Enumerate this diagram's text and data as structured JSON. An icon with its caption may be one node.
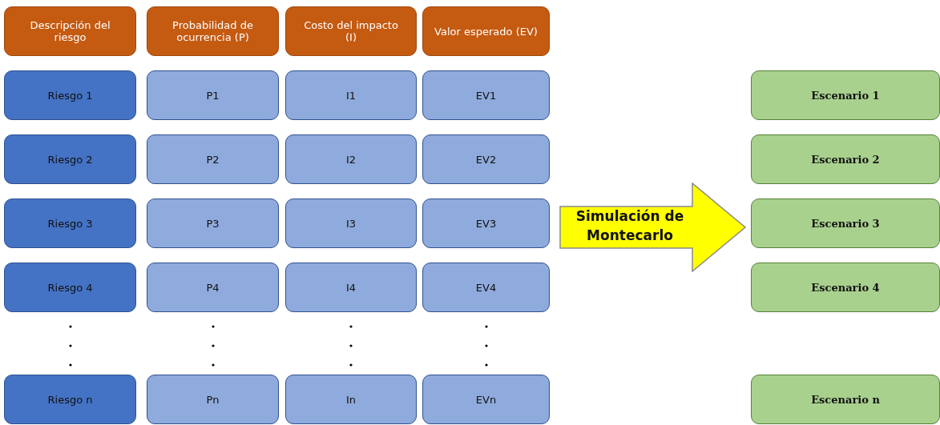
{
  "diagram": {
    "nodes": [
      {
        "text": [
          "Descripción del riesgo"
        ]
      },
      {
        "text": [
          "Probabilidad de ocurrencia (P)"
        ]
      },
      {
        "text": [
          "Costo del impacto (I)"
        ]
      },
      {
        "text": [
          "Valor esperado (EV)"
        ]
      },
      {
        "text": [
          "Riesgo 1"
        ]
      },
      {
        "text": [
          "P1"
        ]
      },
      {
        "text": [
          "I1"
        ]
      },
      {
        "text": [
          "EV1"
        ]
      },
      {
        "text": [
          "Escenario 1"
        ]
      },
      {
        "text": [
          "Riesgo 2"
        ]
      },
      {
        "text": [
          "P2"
        ]
      },
      {
        "text": [
          "I2"
        ]
      },
      {
        "text": [
          "EV2"
        ]
      },
      {
        "text": [
          "Escenario 2"
        ]
      },
      {
        "text": [
          "Riesgo 3"
        ]
      },
      {
        "text": [
          "P3"
        ]
      },
      {
        "text": [
          "I3"
        ]
      },
      {
        "text": [
          "EV3"
        ]
      },
      {
        "text": [
          "Simulación de Montecarlo"
        ]
      },
      {
        "text": [
          "Escenario 3"
        ]
      },
      {
        "text": [
          "Riesgo 4"
        ]
      },
      {
        "text": [
          "P4"
        ]
      },
      {
        "text": [
          "I4"
        ]
      },
      {
        "text": [
          "EV4"
        ]
      },
      {
        "text": [
          "Escenario 4"
        ]
      },
      {
        "text": [
          "Riesgo n"
        ]
      },
      {
        "text": [
          "Pn"
        ]
      },
      {
        "text": [
          "In"
        ]
      },
      {
        "text": [
          "EVn"
        ]
      },
      {
        "text": [
          "Escenario n"
        ]
      }
    ],
    "edges": []
  }
}
